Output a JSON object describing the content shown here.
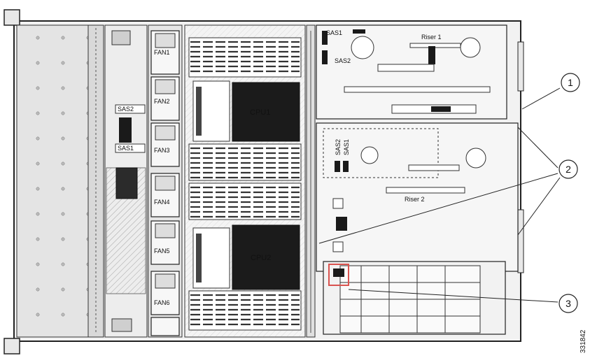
{
  "fans": [
    "FAN1",
    "FAN2",
    "FAN3",
    "FAN4",
    "FAN5",
    "FAN6"
  ],
  "cpus": [
    "CPU1",
    "CPU2"
  ],
  "risers": [
    "Riser 1",
    "Riser 2"
  ],
  "sas_left": [
    "SAS2",
    "SAS1"
  ],
  "sas_riser1": [
    "SAS1",
    "SAS2"
  ],
  "sas_riser2_vertical": [
    "SAS2",
    "SAS1"
  ],
  "callouts": [
    "1",
    "2",
    "3"
  ],
  "figure_id": "331842",
  "colors": {
    "callout3_highlight": "#d9534f",
    "line": "#222222",
    "chip": "#1a1a1a"
  }
}
